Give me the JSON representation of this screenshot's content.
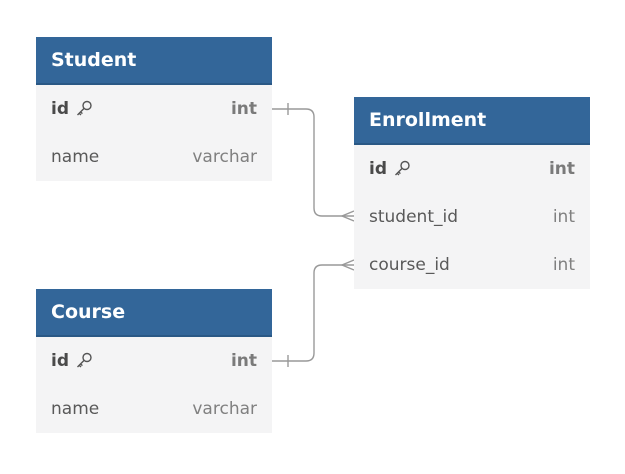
{
  "tables": {
    "student": {
      "title": "Student",
      "fields": [
        {
          "name": "id",
          "type": "int",
          "pk": true
        },
        {
          "name": "name",
          "type": "varchar",
          "pk": false
        }
      ]
    },
    "enrollment": {
      "title": "Enrollment",
      "fields": [
        {
          "name": "id",
          "type": "int",
          "pk": true
        },
        {
          "name": "student_id",
          "type": "int",
          "pk": false
        },
        {
          "name": "course_id",
          "type": "int",
          "pk": false
        }
      ]
    },
    "course": {
      "title": "Course",
      "fields": [
        {
          "name": "id",
          "type": "int",
          "pk": true
        },
        {
          "name": "name",
          "type": "varchar",
          "pk": false
        }
      ]
    }
  },
  "colors": {
    "header": "#336699",
    "body": "#f4f4f5",
    "connector": "#999999"
  },
  "icons": {
    "primary_key": "key-icon",
    "relation_one": "one-marker",
    "relation_many": "many-marker"
  }
}
